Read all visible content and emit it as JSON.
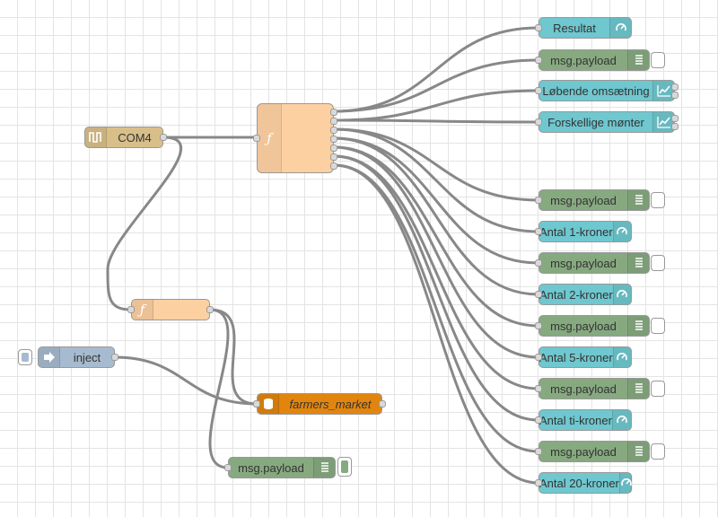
{
  "flow": {
    "nodes": {
      "serial_in": {
        "label": "COM4",
        "icon": "serial-wave-icon",
        "color": "#d8bf8a"
      },
      "function_main": {
        "label": "",
        "icon": "function-icon",
        "outputs": 8,
        "color": "#fdd0a2"
      },
      "function_db": {
        "label": "",
        "icon": "function-icon",
        "color": "#fdd0a2"
      },
      "inject": {
        "label": "inject",
        "icon": "arrow-right-icon",
        "color": "#a6bbcf"
      },
      "database": {
        "label": "farmers_market",
        "icon": "database-icon",
        "color": "#e2850f"
      },
      "debug_bottom": {
        "label": "msg.payload",
        "icon": "debug-list-icon",
        "active": true
      }
    },
    "dashboard": [
      {
        "type": "gauge",
        "label": "Resultat",
        "icon": "gauge-icon"
      },
      {
        "type": "debug",
        "label": "msg.payload",
        "icon": "debug-list-icon"
      },
      {
        "type": "chart",
        "label": "Løbende omsætning",
        "icon": "chart-icon"
      },
      {
        "type": "chart",
        "label": "Forskellige mønter",
        "icon": "chart-icon"
      },
      {
        "type": "debug",
        "label": "msg.payload",
        "icon": "debug-list-icon"
      },
      {
        "type": "gauge",
        "label": "Antal 1-kroner",
        "icon": "gauge-icon"
      },
      {
        "type": "debug",
        "label": "msg.payload",
        "icon": "debug-list-icon"
      },
      {
        "type": "gauge",
        "label": "Antal 2-kroner",
        "icon": "gauge-icon"
      },
      {
        "type": "debug",
        "label": "msg.payload",
        "icon": "debug-list-icon"
      },
      {
        "type": "gauge",
        "label": "Antal 5-kroner",
        "icon": "gauge-icon"
      },
      {
        "type": "debug",
        "label": "msg.payload",
        "icon": "debug-list-icon"
      },
      {
        "type": "gauge",
        "label": "Antal ti-kroner",
        "icon": "gauge-icon"
      },
      {
        "type": "debug",
        "label": "msg.payload",
        "icon": "debug-list-icon"
      },
      {
        "type": "gauge",
        "label": "Antal 20-kroner",
        "icon": "gauge-icon"
      }
    ],
    "colors": {
      "debug": "#87a980",
      "dashboard": "#6fc7cf",
      "function": "#fdd0a2",
      "serial": "#d8bf8a",
      "database": "#e2850f",
      "inject": "#a6bbcf",
      "wire": "#888888"
    }
  }
}
